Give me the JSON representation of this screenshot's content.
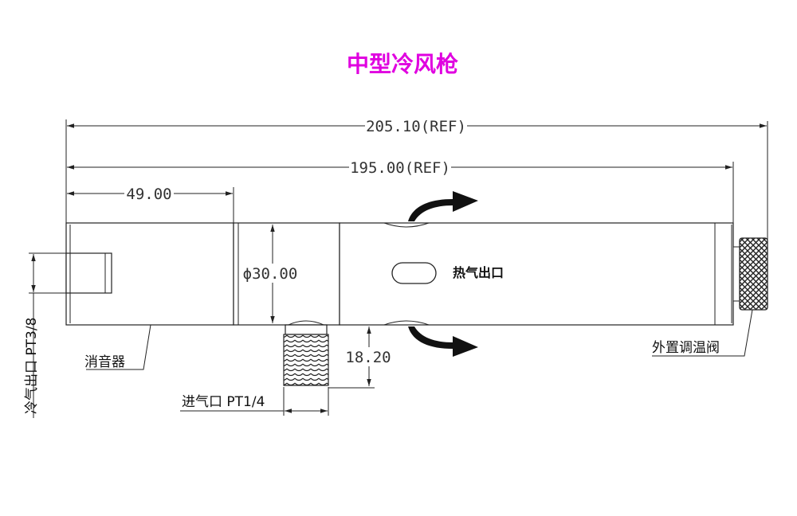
{
  "title": "中型冷风枪",
  "colors": {
    "title": "#e000e0",
    "line": "#222222",
    "arrow": "#111111"
  },
  "dimensions": {
    "overall_length": "205.10(REF)",
    "body_length": "195.00(REF)",
    "muffler_length": "49.00",
    "diameter": "ϕ30.00",
    "inlet_offset": "18.20"
  },
  "labels": {
    "hot_air_outlet": "热气出口",
    "cold_air_outlet": "冷气出口 PT3/8",
    "muffler": "消音器",
    "air_inlet": "进气口 PT1/4",
    "temp_valve": "外置调温阀"
  }
}
